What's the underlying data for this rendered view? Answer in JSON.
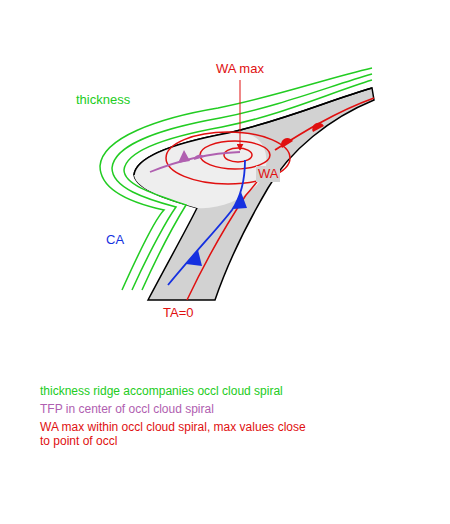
{
  "diagram": {
    "labels": [
      "WA max",
      "thickness",
      "WA",
      "CA",
      "TA=0",
      "thickness ridge accompanies occl cloud spiral",
      "TFP in center of occl cloud spiral",
      "WA max within occl cloud spiral, max values close to point of occl"
    ]
  }
}
